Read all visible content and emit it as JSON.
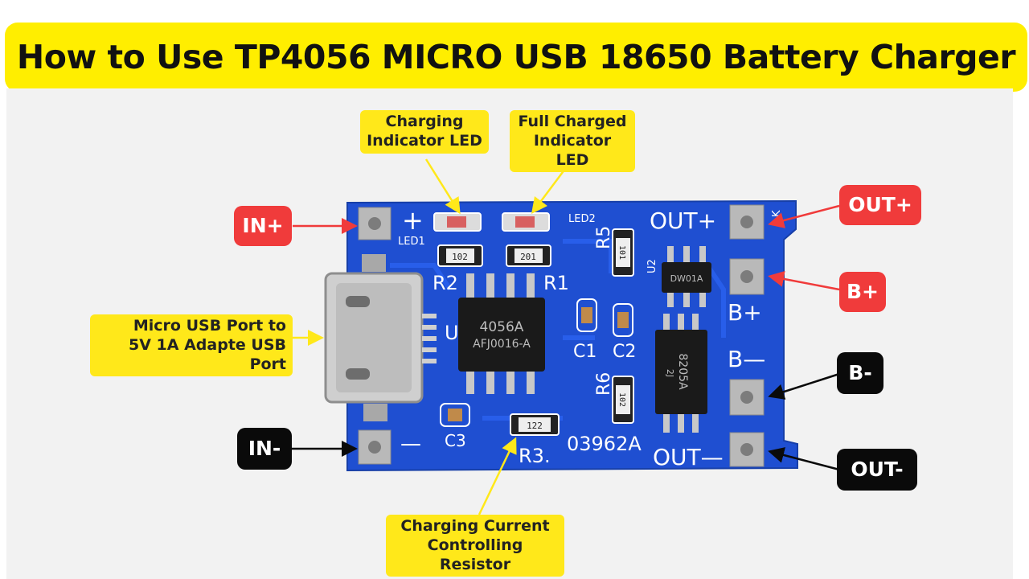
{
  "title": "How to Use TP4056 MICRO USB 18650 Battery Charger",
  "callouts": {
    "charging_led": "Charging\nIndicator LED",
    "full_charged_led": "Full Charged\nIndicator LED",
    "usb_port": "Micro USB Port to\n5V 1A Adapte USB Port",
    "charging_resistor": "Charging Current\nControlling Resistor",
    "in_plus": "IN+",
    "in_minus": "IN-",
    "out_plus": "OUT+",
    "b_plus": "B+",
    "b_minus": "B-",
    "out_minus": "OUT-"
  },
  "silkscreen": {
    "plus": "+",
    "minus": "—",
    "led1": "LED1",
    "led2": "LED2",
    "r1": "R1",
    "r2": "R2",
    "r3": "R3.",
    "r5": "R5",
    "r6": "R6",
    "c1": "C1",
    "c2": "C2",
    "c3": "C3",
    "u1": "U",
    "u2": "U2",
    "out_plus": "OUT+",
    "out_minus": "OUT—",
    "b_plus": "B+",
    "b_minus": "B—",
    "board_code": "03962A",
    "k_mark": "K",
    "ic1_line1": "4056A",
    "ic1_line2": "AFJ0016-A",
    "ic2_text": "DW01A",
    "ic3_text": "8205A",
    "ic3_sub": "2J",
    "res_102_a": "102",
    "res_102_b": "102",
    "res_201": "201",
    "res_101": "101",
    "res_122": "122"
  },
  "colors": {
    "title_bg": "#ffee00",
    "pcb_blue": "#1f4fd1",
    "callout_yellow": "#ffe81a",
    "callout_red": "#f03b3b",
    "callout_black": "#0a0a0a"
  }
}
